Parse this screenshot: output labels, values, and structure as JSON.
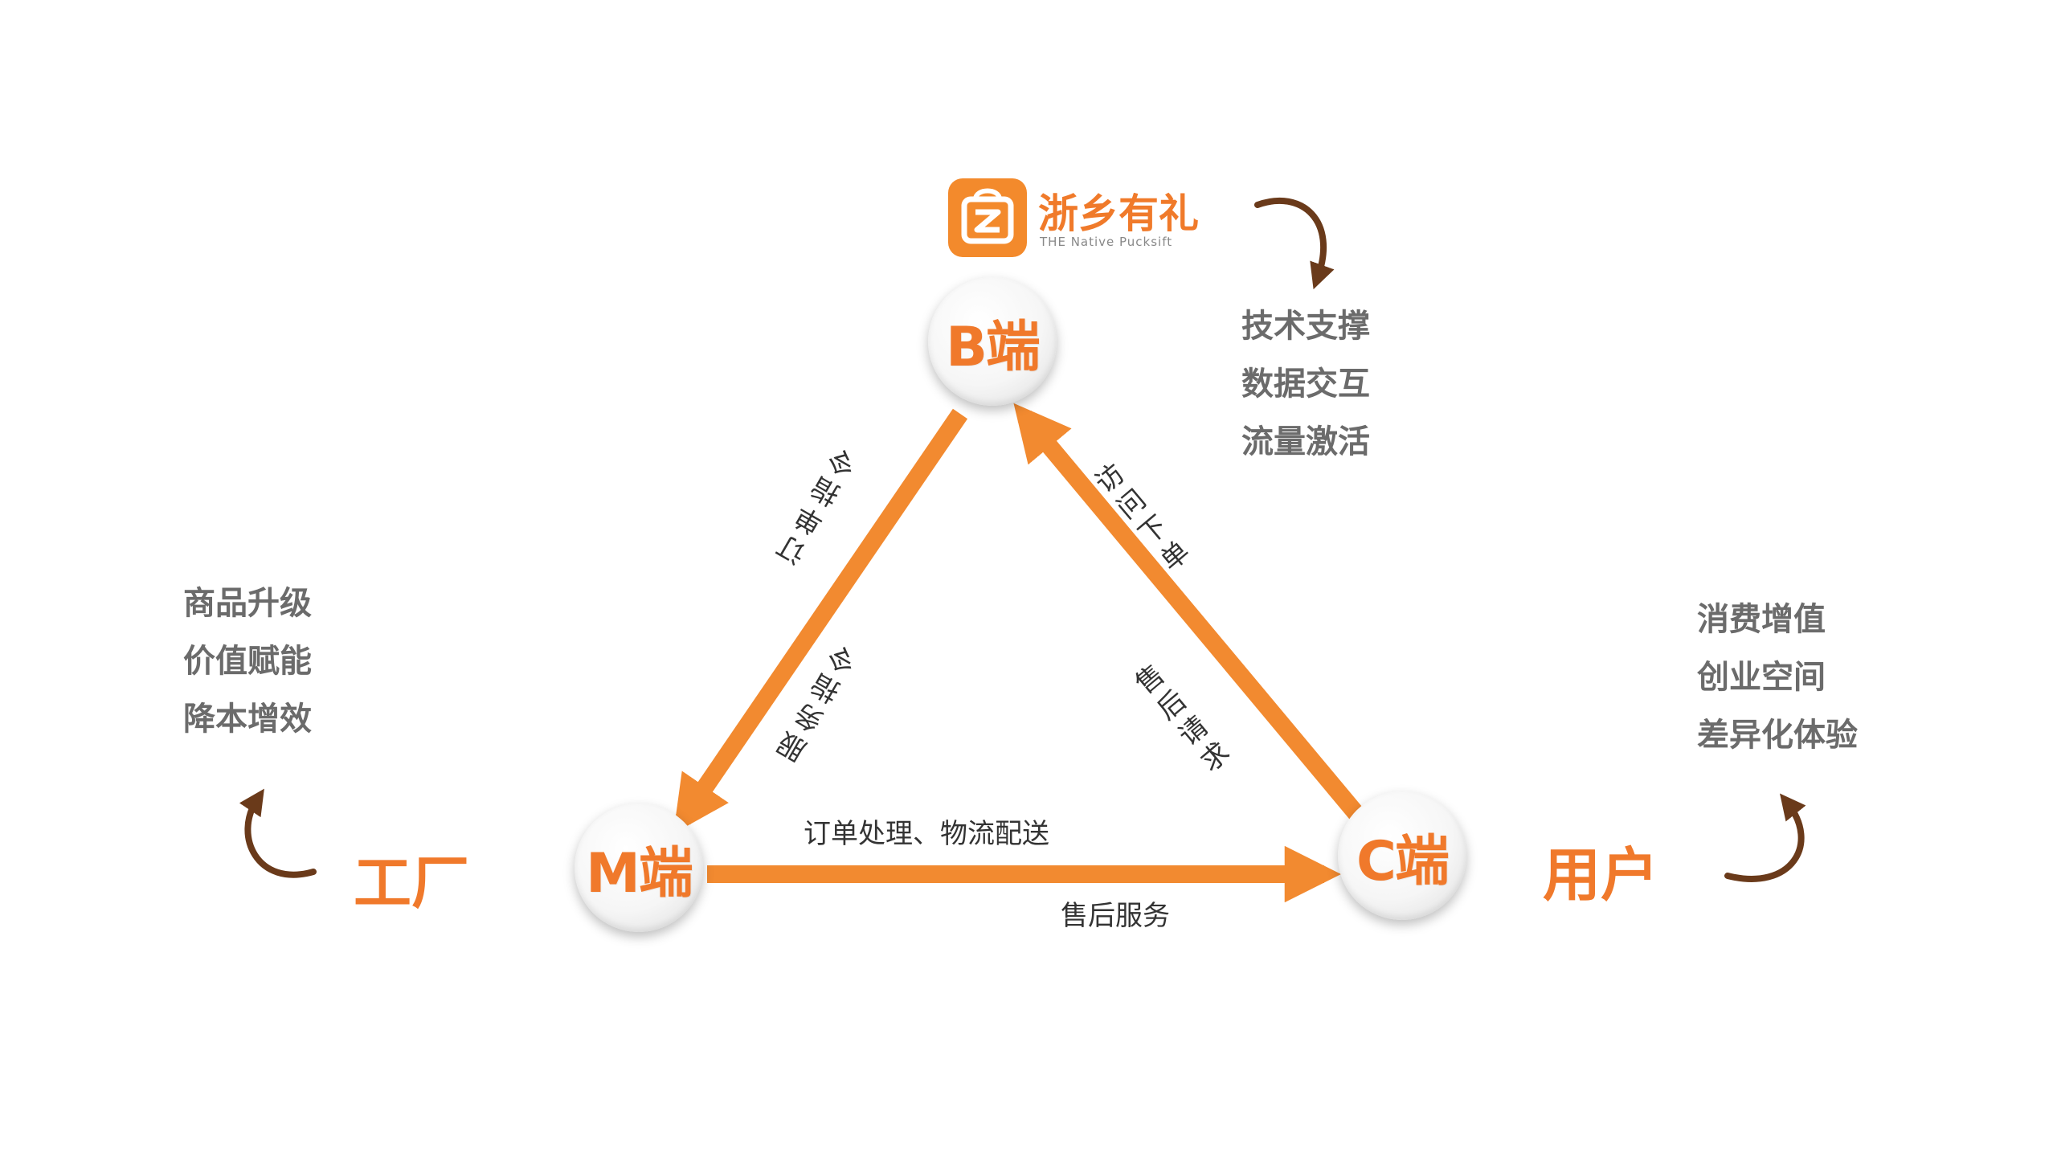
{
  "logo": {
    "name": "浙乡有礼",
    "subtitle": "THE Native Pucksift",
    "icon": "shopping-bag-z-icon"
  },
  "nodes": {
    "b": "B端",
    "m": "M端",
    "c": "C端"
  },
  "roles": {
    "factory": "工厂",
    "user": "用户"
  },
  "features": {
    "b": [
      "技术支撑",
      "数据交互",
      "流量激活"
    ],
    "m": [
      "商品升级",
      "价值赋能",
      "降本增效"
    ],
    "c": [
      "消费增值",
      "创业空间",
      "差异化体验"
    ]
  },
  "edges": {
    "b_to_m_outer": "订单指令",
    "b_to_m_inner": "服务指令",
    "c_to_b_outer": "访问下单",
    "c_to_b_inner": "售后请求",
    "m_to_c_top": "订单处理、物流配送",
    "m_to_c_bottom": "售后服务"
  },
  "colors": {
    "accent": "#f0792b",
    "arrow": "#f28a30",
    "curve_arrow": "#6a3a1a",
    "feature_text": "#6b6b6b"
  }
}
